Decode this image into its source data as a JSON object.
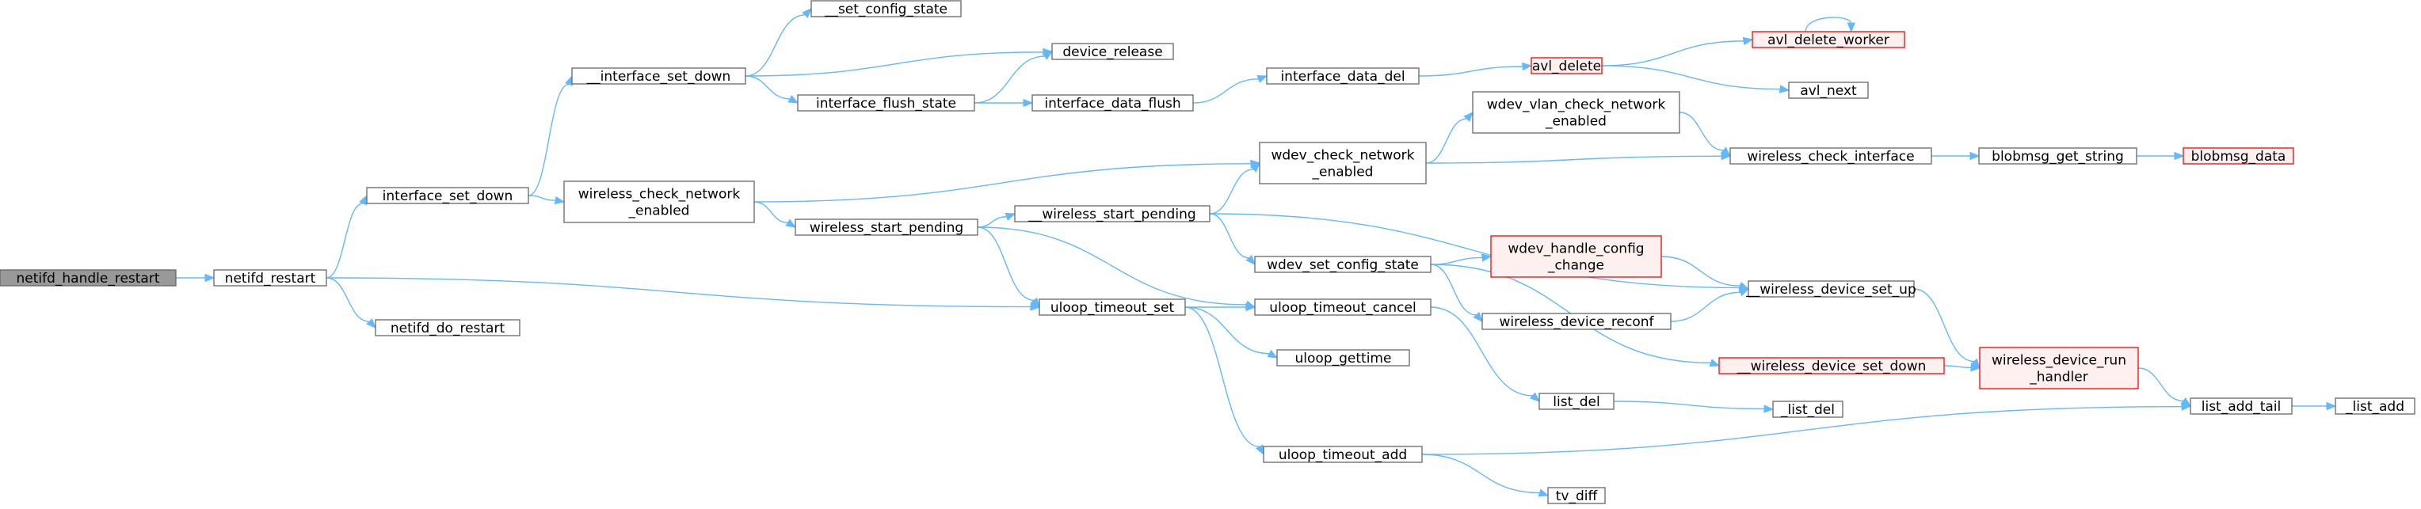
{
  "colors": {
    "edge": "#63b8ff",
    "normal_fill": "#ffffff",
    "normal_stroke": "#666666",
    "highlight_fill": "#999999",
    "highlight_stroke": "#666666",
    "truncated_fill": "#fff0f0",
    "truncated_stroke": "#ff0000"
  },
  "nodes": [
    {
      "id": "netifd_handle_restart",
      "label": [
        "netifd_handle_restart"
      ],
      "style": "highlight"
    },
    {
      "id": "netifd_restart",
      "label": [
        "netifd_restart"
      ],
      "style": "normal"
    },
    {
      "id": "interface_set_down",
      "label": [
        "interface_set_down"
      ],
      "style": "normal"
    },
    {
      "id": "netifd_do_restart",
      "label": [
        "netifd_do_restart"
      ],
      "style": "normal"
    },
    {
      "id": "uloop_timeout_set",
      "label": [
        "uloop_timeout_set"
      ],
      "style": "normal"
    },
    {
      "id": "__interface_set_down",
      "label": [
        "__interface_set_down"
      ],
      "style": "normal"
    },
    {
      "id": "wireless_check_network_enabled",
      "label": [
        "wireless_check_network",
        "_enabled"
      ],
      "style": "normal"
    },
    {
      "id": "__set_config_state",
      "label": [
        "__set_config_state"
      ],
      "style": "normal"
    },
    {
      "id": "device_release",
      "label": [
        "device_release"
      ],
      "style": "normal"
    },
    {
      "id": "interface_flush_state",
      "label": [
        "interface_flush_state"
      ],
      "style": "normal"
    },
    {
      "id": "interface_data_flush",
      "label": [
        "interface_data_flush"
      ],
      "style": "normal"
    },
    {
      "id": "interface_data_del",
      "label": [
        "interface_data_del"
      ],
      "style": "normal"
    },
    {
      "id": "avl_delete",
      "label": [
        "avl_delete"
      ],
      "style": "truncated"
    },
    {
      "id": "avl_delete_worker",
      "label": [
        "avl_delete_worker"
      ],
      "style": "truncated"
    },
    {
      "id": "avl_next",
      "label": [
        "avl_next"
      ],
      "style": "normal"
    },
    {
      "id": "wireless_start_pending",
      "label": [
        "wireless_start_pending"
      ],
      "style": "normal"
    },
    {
      "id": "__wireless_start_pending",
      "label": [
        "__wireless_start_pending"
      ],
      "style": "normal"
    },
    {
      "id": "wdev_check_network_enabled",
      "label": [
        "wdev_check_network",
        "_enabled"
      ],
      "style": "normal"
    },
    {
      "id": "wdev_vlan_check_network_enabled",
      "label": [
        "wdev_vlan_check_network",
        "_enabled"
      ],
      "style": "normal"
    },
    {
      "id": "wireless_check_interface",
      "label": [
        "wireless_check_interface"
      ],
      "style": "normal"
    },
    {
      "id": "blobmsg_get_string",
      "label": [
        "blobmsg_get_string"
      ],
      "style": "normal"
    },
    {
      "id": "blobmsg_data",
      "label": [
        "blobmsg_data"
      ],
      "style": "truncated"
    },
    {
      "id": "wdev_set_config_state",
      "label": [
        "wdev_set_config_state"
      ],
      "style": "normal"
    },
    {
      "id": "wdev_handle_config_change",
      "label": [
        "wdev_handle_config",
        "_change"
      ],
      "style": "truncated"
    },
    {
      "id": "__wireless_device_set_up",
      "label": [
        "__wireless_device_set_up"
      ],
      "style": "normal"
    },
    {
      "id": "wireless_device_reconf",
      "label": [
        "wireless_device_reconf"
      ],
      "style": "normal"
    },
    {
      "id": "__wireless_device_set_down",
      "label": [
        "__wireless_device_set_down"
      ],
      "style": "truncated"
    },
    {
      "id": "wireless_device_run_handler",
      "label": [
        "wireless_device_run",
        "_handler"
      ],
      "style": "truncated"
    },
    {
      "id": "uloop_timeout_cancel",
      "label": [
        "uloop_timeout_cancel"
      ],
      "style": "normal"
    },
    {
      "id": "uloop_gettime",
      "label": [
        "uloop_gettime"
      ],
      "style": "normal"
    },
    {
      "id": "uloop_timeout_add",
      "label": [
        "uloop_timeout_add"
      ],
      "style": "normal"
    },
    {
      "id": "list_del",
      "label": [
        "list_del"
      ],
      "style": "normal"
    },
    {
      "id": "_list_del",
      "label": [
        "_list_del"
      ],
      "style": "normal"
    },
    {
      "id": "tv_diff",
      "label": [
        "tv_diff"
      ],
      "style": "normal"
    },
    {
      "id": "list_add_tail",
      "label": [
        "list_add_tail"
      ],
      "style": "normal"
    },
    {
      "id": "_list_add",
      "label": [
        "_list_add"
      ],
      "style": "normal"
    }
  ],
  "edges": [
    [
      "netifd_handle_restart",
      "netifd_restart"
    ],
    [
      "netifd_restart",
      "interface_set_down"
    ],
    [
      "netifd_restart",
      "netifd_do_restart"
    ],
    [
      "netifd_restart",
      "uloop_timeout_set"
    ],
    [
      "interface_set_down",
      "__interface_set_down"
    ],
    [
      "interface_set_down",
      "wireless_check_network_enabled"
    ],
    [
      "__interface_set_down",
      "__set_config_state"
    ],
    [
      "__interface_set_down",
      "device_release"
    ],
    [
      "__interface_set_down",
      "interface_flush_state"
    ],
    [
      "interface_flush_state",
      "device_release"
    ],
    [
      "interface_flush_state",
      "interface_data_flush"
    ],
    [
      "interface_data_flush",
      "interface_data_del"
    ],
    [
      "interface_data_del",
      "avl_delete"
    ],
    [
      "avl_delete",
      "avl_delete_worker"
    ],
    [
      "avl_delete",
      "avl_next"
    ],
    [
      "avl_delete_worker",
      "avl_delete_worker"
    ],
    [
      "wireless_check_network_enabled",
      "wdev_check_network_enabled"
    ],
    [
      "wireless_check_network_enabled",
      "wireless_start_pending"
    ],
    [
      "wireless_start_pending",
      "__wireless_start_pending"
    ],
    [
      "wireless_start_pending",
      "uloop_timeout_set"
    ],
    [
      "wireless_start_pending",
      "uloop_timeout_cancel"
    ],
    [
      "__wireless_start_pending",
      "wdev_check_network_enabled"
    ],
    [
      "__wireless_start_pending",
      "wdev_set_config_state"
    ],
    [
      "__wireless_start_pending",
      "__wireless_device_set_up"
    ],
    [
      "wdev_check_network_enabled",
      "wdev_vlan_check_network_enabled"
    ],
    [
      "wdev_check_network_enabled",
      "wireless_check_interface"
    ],
    [
      "wdev_vlan_check_network_enabled",
      "wireless_check_interface"
    ],
    [
      "wireless_check_interface",
      "blobmsg_get_string"
    ],
    [
      "blobmsg_get_string",
      "blobmsg_data"
    ],
    [
      "wdev_set_config_state",
      "wdev_handle_config_change"
    ],
    [
      "wdev_set_config_state",
      "wireless_device_reconf"
    ],
    [
      "wdev_set_config_state",
      "__wireless_device_set_down"
    ],
    [
      "wdev_handle_config_change",
      "__wireless_device_set_up"
    ],
    [
      "wireless_device_reconf",
      "__wireless_device_set_up"
    ],
    [
      "__wireless_device_set_up",
      "wireless_device_run_handler"
    ],
    [
      "__wireless_device_set_down",
      "wireless_device_run_handler"
    ],
    [
      "wireless_device_run_handler",
      "list_add_tail"
    ],
    [
      "uloop_timeout_set",
      "uloop_timeout_cancel"
    ],
    [
      "uloop_timeout_set",
      "uloop_gettime"
    ],
    [
      "uloop_timeout_set",
      "uloop_timeout_add"
    ],
    [
      "uloop_timeout_cancel",
      "list_del"
    ],
    [
      "list_del",
      "_list_del"
    ],
    [
      "uloop_timeout_add",
      "list_add_tail"
    ],
    [
      "uloop_timeout_add",
      "tv_diff"
    ],
    [
      "list_add_tail",
      "_list_add"
    ]
  ]
}
